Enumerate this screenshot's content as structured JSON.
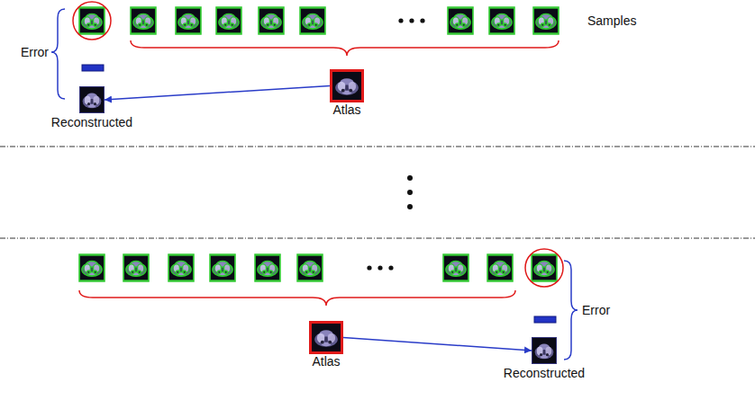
{
  "diagram": {
    "nodes": [
      {
        "text": [
          "Atlas"
        ]
      },
      {
        "text": [
          "Reconstructed"
        ]
      },
      {
        "text": [
          "Atlas"
        ]
      },
      {
        "text": [
          "Reconstructed"
        ]
      }
    ],
    "edges": [
      {
        "from": 0,
        "to": 1,
        "arrow": "to"
      },
      {
        "from": 2,
        "to": 3,
        "arrow": "to"
      }
    ],
    "labels": [
      "Samples",
      "Error",
      "Error"
    ]
  }
}
